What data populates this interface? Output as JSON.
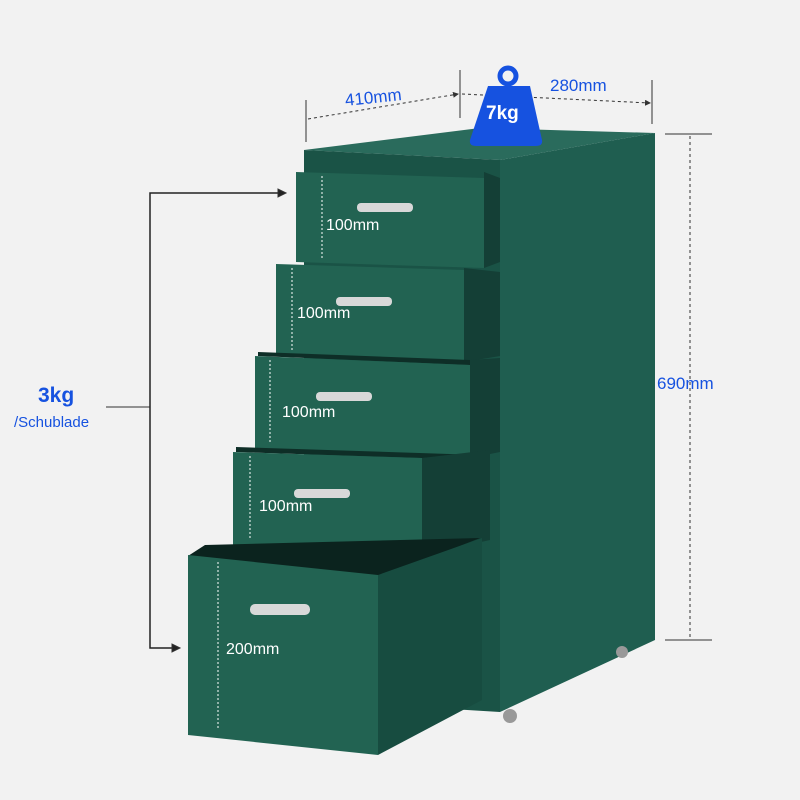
{
  "dimensions": {
    "width_label": "410mm",
    "depth_label": "280mm",
    "height_label": "690mm"
  },
  "weight": {
    "label": "7kg"
  },
  "load": {
    "value": "3kg",
    "unit": "/Schublade"
  },
  "drawers": [
    {
      "height_label": "100mm"
    },
    {
      "height_label": "100mm"
    },
    {
      "height_label": "100mm"
    },
    {
      "height_label": "100mm"
    },
    {
      "height_label": "200mm"
    }
  ],
  "colors": {
    "accent": "#1652e0",
    "cabinet": "#1e5c4f",
    "cabinet_dark": "#164a3f",
    "background": "#f2f2f2"
  }
}
